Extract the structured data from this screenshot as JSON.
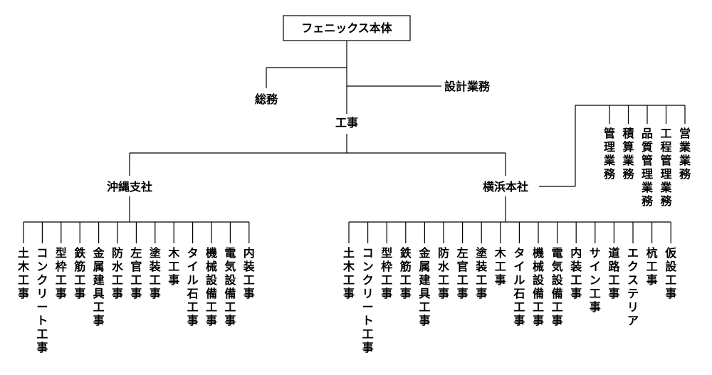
{
  "root": "フェニックス本体",
  "upper_left": "総務",
  "upper_right": "設計業務",
  "construction": "工事",
  "branches": {
    "okinawa": {
      "name": "沖縄支社",
      "items": [
        "土木工事",
        "コンクリート工事",
        "型枠工事",
        "鉄筋工事",
        "金属建具工事",
        "防水工事",
        "左官工事",
        "塗装工事",
        "木工事",
        "タイル石工事",
        "機械設備工事",
        "電気設備工事",
        "内装工事"
      ]
    },
    "yokohama": {
      "name": "横浜本社",
      "items": [
        "土木工事",
        "コンクリート工事",
        "型枠工事",
        "鉄筋工事",
        "金属建具工事",
        "防水工事",
        "左官工事",
        "塗装工事",
        "木工事",
        "タイル石工事",
        "機械設備工事",
        "電気設備工事",
        "内装工事",
        "サイン工事",
        "道路工事",
        "エクステリア",
        "杭工事",
        "仮設工事"
      ],
      "management": [
        "管理業務",
        "積算業務",
        "品質管理業務",
        "工程管理業務",
        "営業業務"
      ]
    }
  }
}
